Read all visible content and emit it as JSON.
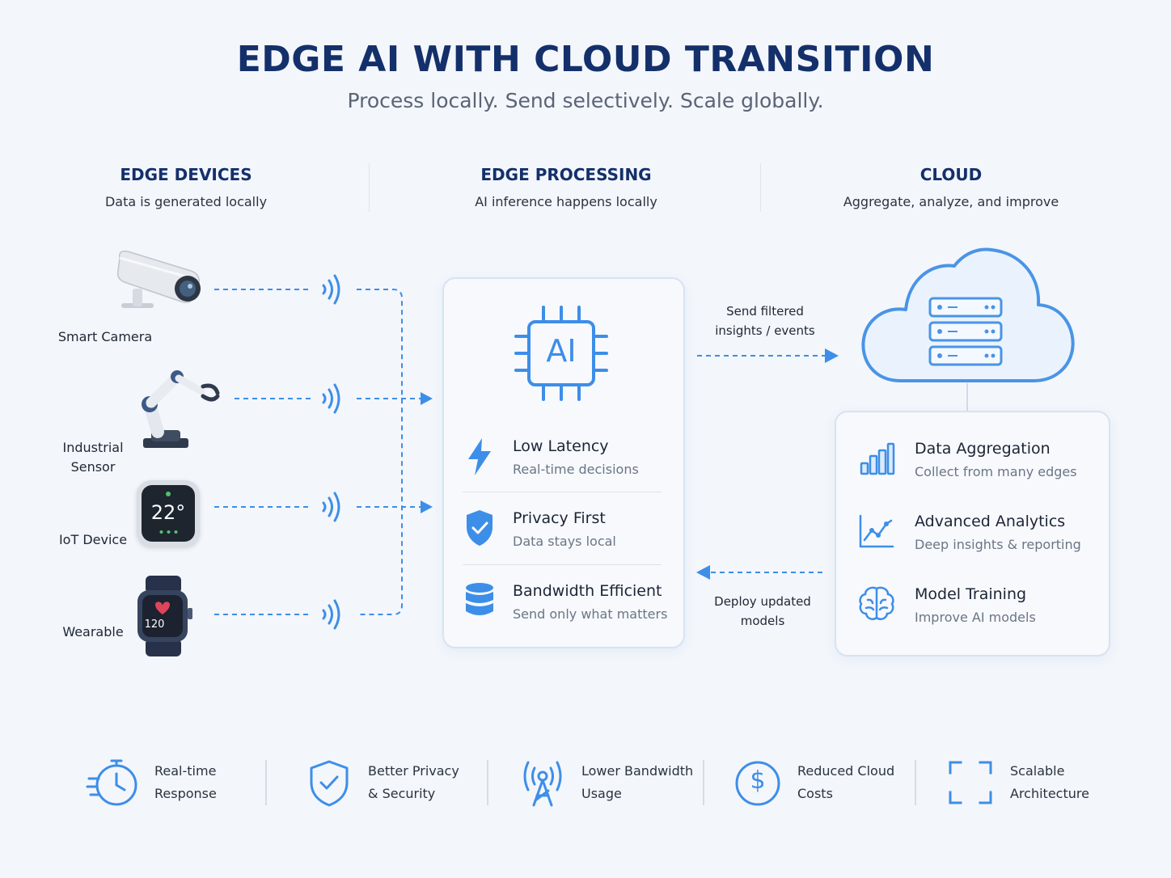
{
  "header": {
    "title": "EDGE AI WITH CLOUD TRANSITION",
    "subtitle": "Process locally. Send selectively. Scale globally."
  },
  "columns": [
    {
      "title": "EDGE DEVICES",
      "subtitle": "Data is generated locally"
    },
    {
      "title": "EDGE PROCESSING",
      "subtitle": "AI inference happens locally"
    },
    {
      "title": "CLOUD",
      "subtitle": "Aggregate, analyze, and improve"
    }
  ],
  "devices": {
    "camera": "Smart Camera",
    "sensor_line1": "Industrial",
    "sensor_line2": "Sensor",
    "iot": "IoT Device",
    "iot_reading": "22°",
    "wearable": "Wearable",
    "wearable_reading": "120"
  },
  "processing": {
    "chip_label": "AI",
    "features": [
      {
        "title": "Low Latency",
        "subtitle": "Real-time decisions",
        "icon": "lightning-icon"
      },
      {
        "title": "Privacy First",
        "subtitle": "Data stays local",
        "icon": "shield-check-icon"
      },
      {
        "title": "Bandwidth Efficient",
        "subtitle": "Send only what matters",
        "icon": "database-icon"
      }
    ]
  },
  "flows": {
    "to_cloud_line1": "Send filtered",
    "to_cloud_line2": "insights / events",
    "to_edge_line1": "Deploy updated",
    "to_edge_line2": "models"
  },
  "cloud": {
    "features": [
      {
        "title": "Data Aggregation",
        "subtitle": "Collect from many edges",
        "icon": "bar-chart-icon"
      },
      {
        "title": "Advanced Analytics",
        "subtitle": "Deep insights & reporting",
        "icon": "line-chart-icon"
      },
      {
        "title": "Model Training",
        "subtitle": "Improve AI models",
        "icon": "brain-icon"
      }
    ]
  },
  "benefits": [
    {
      "line1": "Real-time",
      "line2": "Response",
      "icon": "stopwatch-icon"
    },
    {
      "line1": "Better Privacy",
      "line2": "& Security",
      "icon": "shield-check-icon"
    },
    {
      "line1": "Lower Bandwidth",
      "line2": "Usage",
      "icon": "antenna-icon"
    },
    {
      "line1": "Reduced Cloud",
      "line2": "Costs",
      "icon": "dollar-icon"
    },
    {
      "line1": "Scalable",
      "line2": "Architecture",
      "icon": "expand-icon"
    }
  ],
  "colors": {
    "accent": "#3d8ee8",
    "title": "#14306b",
    "cloud_fill": "#eaf3fd"
  }
}
